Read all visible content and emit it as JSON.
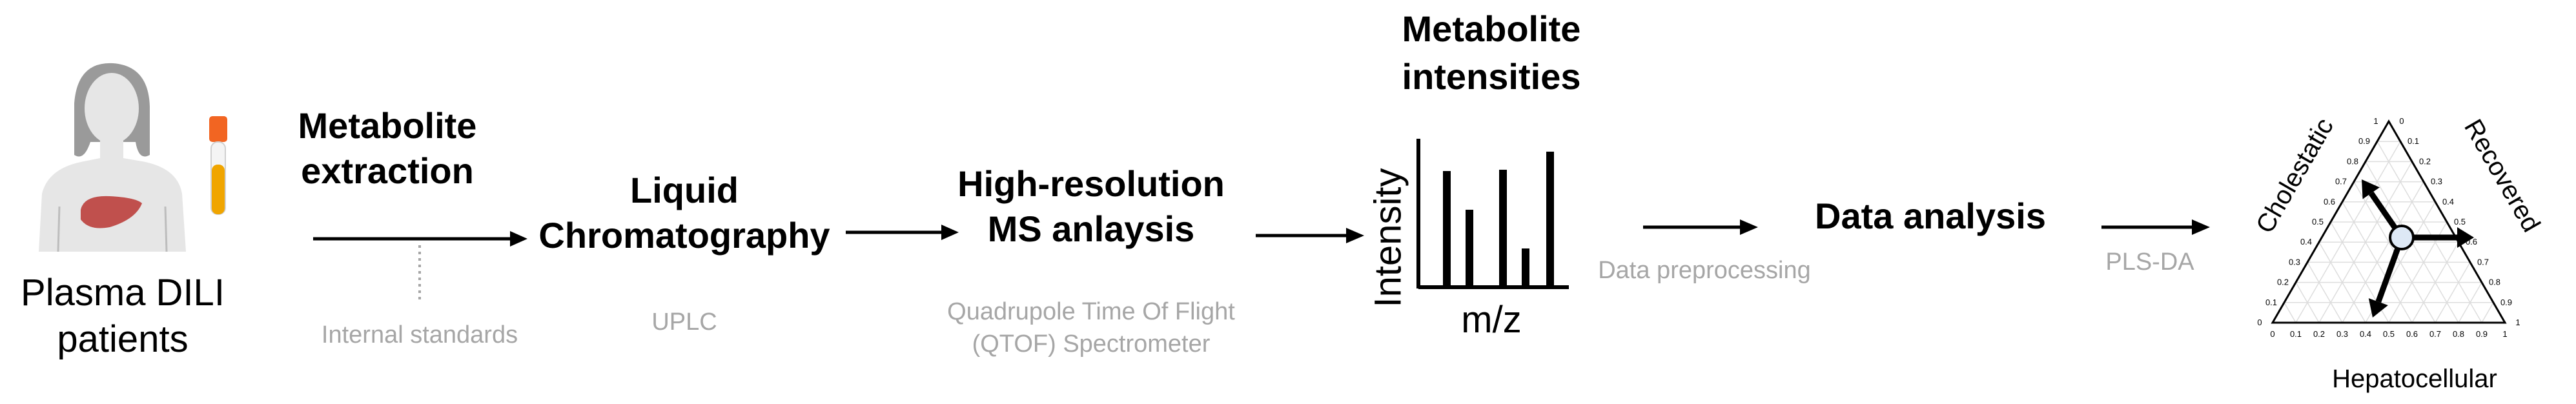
{
  "patient": {
    "label_line1": "Plasma DILI",
    "label_line2": "patients"
  },
  "steps": {
    "extraction": {
      "line1": "Metabolite",
      "line2": "extraction",
      "sub": "Internal standards"
    },
    "lc": {
      "line1": "Liquid",
      "line2": "Chromatography",
      "sub": "UPLC"
    },
    "ms": {
      "line1": "High-resolution",
      "line2": "MS anlaysis",
      "sub_line1": "Quadrupole Time Of Flight",
      "sub_line2": "(QTOF) Spectrometer"
    },
    "intensities": {
      "line1": "Metabolite",
      "line2": "intensities",
      "y_axis": "Intensity",
      "x_axis": "m/z"
    },
    "preprocessing": {
      "sub": "Data preprocessing"
    },
    "analysis": {
      "title": "Data analysis",
      "sub": "PLS-DA"
    }
  },
  "ternary": {
    "left_axis": "Cholestatic",
    "right_axis": "Recovered",
    "bottom_axis": "Hepatocellular",
    "ticks": [
      "0",
      "0.1",
      "0.2",
      "0.3",
      "0.4",
      "0.5",
      "0.6",
      "0.7",
      "0.8",
      "0.9",
      "1"
    ]
  },
  "colors": {
    "arrow": "#000000",
    "sub_text": "#a6a6a6",
    "liver": "#c0504d",
    "tube_cap": "#f26522",
    "tube_fluid": "#f0a500",
    "center_node": "#dde8f5"
  }
}
